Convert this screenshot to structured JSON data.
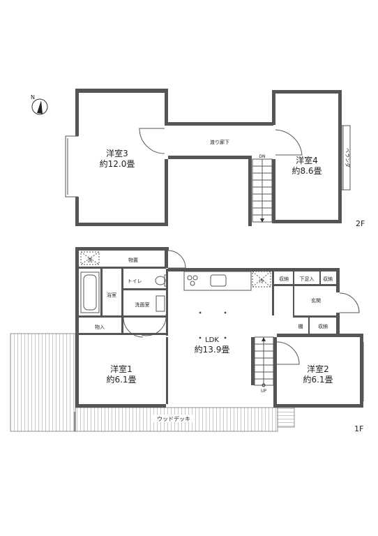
{
  "compass": {
    "label": "N"
  },
  "floor2": {
    "level": "2F",
    "room3": {
      "name": "洋室3",
      "size": "約12.0畳"
    },
    "room4": {
      "name": "洋室4",
      "size": "約8.6畳"
    },
    "corridor": "渡り廊下",
    "stairs_dn": "DN",
    "balcony": "ベランダ"
  },
  "floor1": {
    "level": "1F",
    "wash": "洗",
    "storage": "物置",
    "toilet": "トイレ",
    "bath": "浴室",
    "washroom": "洗面室",
    "closet1": "物入",
    "ldk": {
      "name": "LDK",
      "size": "約13.9畳"
    },
    "fridge": "冷",
    "closet_a": "収納",
    "shoe": "下足入",
    "closet_b": "収納",
    "entrance": "玄関",
    "shelf": "棚",
    "closet_c": "収納",
    "room1": {
      "name": "洋室1",
      "size": "約6.1畳"
    },
    "room2": {
      "name": "洋室2",
      "size": "約6.1畳"
    },
    "stairs_up": "UP",
    "deck": "ウッドデッキ"
  }
}
